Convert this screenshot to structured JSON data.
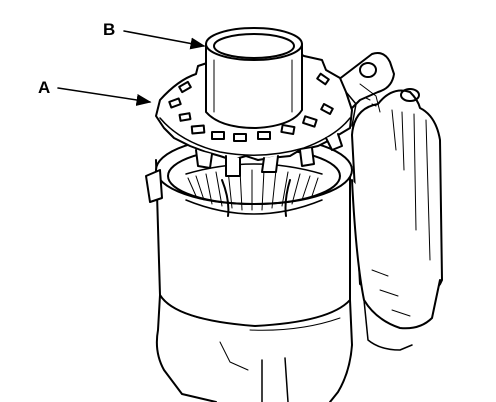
{
  "callouts": {
    "a": "A",
    "b": "B"
  },
  "colors": {
    "ink": "#000000",
    "paper": "#ffffff"
  },
  "parts": [
    "starter-motor-housing",
    "brush-holder-plate",
    "commutator-cylinder",
    "solenoid-body",
    "terminal-bracket"
  ]
}
